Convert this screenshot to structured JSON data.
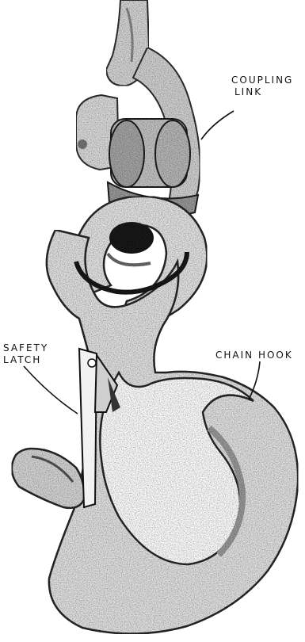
{
  "figure": {
    "subject": "chain hook with coupling link and safety latch",
    "colors": {
      "ink": "#111111",
      "metal_light": "#e9e9e9",
      "metal_mid": "#c9c9c9",
      "metal_dark": "#8a8a8a",
      "background": "#ffffff"
    }
  },
  "labels": {
    "coupling_link": {
      "line1": "COUPLING",
      "line2": "LINK"
    },
    "safety_latch": {
      "line1": "SAFETY",
      "line2": "LATCH"
    },
    "chain_hook": {
      "line1": "CHAIN HOOK"
    }
  }
}
